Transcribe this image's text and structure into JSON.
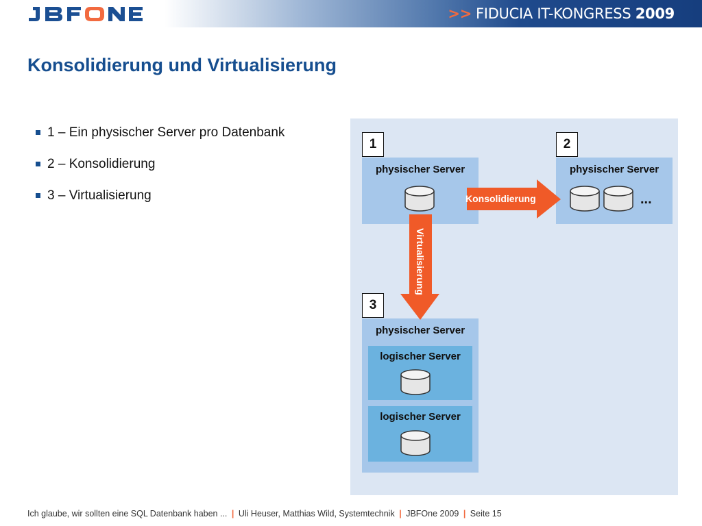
{
  "header": {
    "logo_text": "JBFONE",
    "chevrons": ">>",
    "event_name": "FIDUCIA IT-KONGRESS",
    "event_year": "2009",
    "colors": {
      "brand_blue": "#164e8f",
      "accent_orange": "#f26a3f"
    }
  },
  "slide": {
    "title": "Konsolidierung und Virtualisierung",
    "bullets": [
      "1 – Ein physischer Server pro Datenbank",
      "2 – Konsolidierung",
      "3 – Virtualisierung"
    ]
  },
  "diagram": {
    "labels": [
      "1",
      "2",
      "3"
    ],
    "box1_title": "physischer Server",
    "box2_title": "physischer Server",
    "box2_ellipsis": "...",
    "box3_title": "physischer Server",
    "logic1_title": "logischer Server",
    "logic2_title": "logischer Server",
    "arrow_consolidation": "Konsolidierung",
    "arrow_virtualization": "Virtualisierung",
    "icons": [
      "database-icon",
      "arrow-right-icon",
      "arrow-down-icon"
    ]
  },
  "footer": {
    "part1": "Ich glaube, wir sollten eine SQL Datenbank haben ...",
    "part2": "Uli Heuser, Matthias Wild, Systemtechnik",
    "part3": "JBFOne 2009",
    "part4": "Seite 15",
    "separator": "|"
  }
}
